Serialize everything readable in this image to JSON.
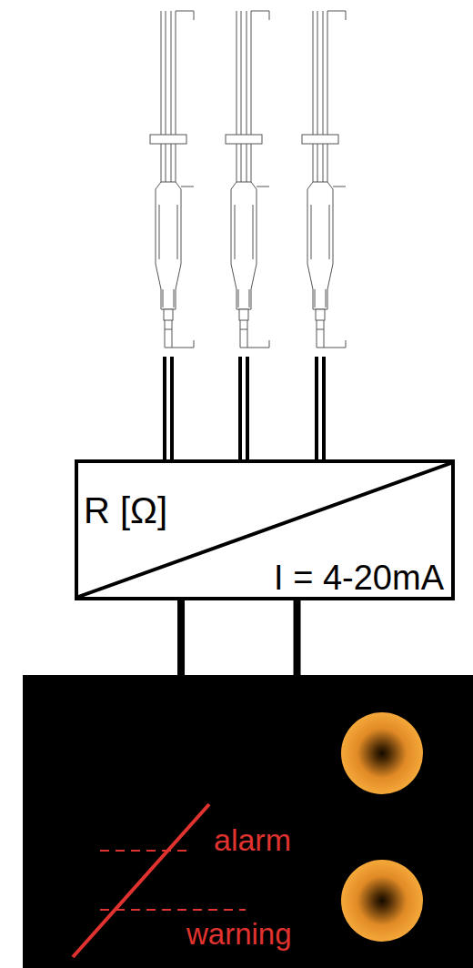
{
  "diagram": {
    "nodes": [
      {
        "text": [
          "R [Ω]",
          "I = 4-20mA"
        ]
      },
      {
        "text": [
          "alarm",
          "warning"
        ]
      }
    ],
    "edges": [
      {
        "from": 0,
        "to": 1,
        "arrow": "none"
      }
    ]
  }
}
